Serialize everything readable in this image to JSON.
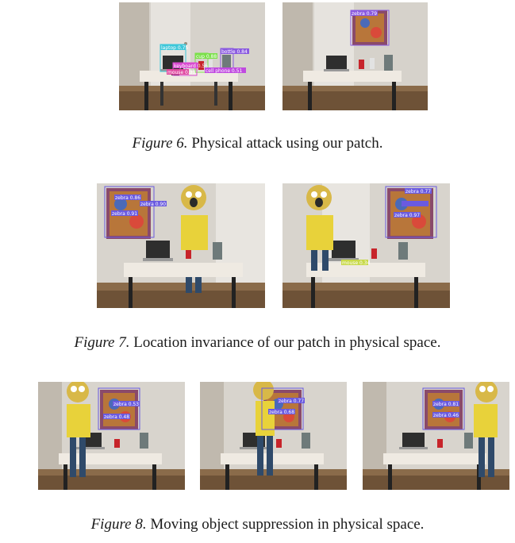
{
  "figure6": {
    "caption_label": "Figure 6.",
    "caption_text": "Physical attack using our patch.",
    "left_detections": [
      {
        "label": "laptop 0.75",
        "color": "#3ec7d9"
      },
      {
        "label": "cup 0.88",
        "color": "#7be04a"
      },
      {
        "label": "bottle 0.84",
        "color": "#8a5ae0"
      },
      {
        "label": "keyboard 0.56",
        "color": "#d94ad0"
      },
      {
        "label": "mouse 0.33",
        "color": "#e04aa0"
      },
      {
        "label": "cell phone 0.51",
        "color": "#c04ae0"
      }
    ],
    "right_detections": [
      {
        "label": "zebra 0.79",
        "color": "#8a5ae0"
      }
    ]
  },
  "figure7": {
    "caption_label": "Figure 7.",
    "caption_text": "Location invariance of our patch in physical space.",
    "left_detections": [
      {
        "label": "zebra 0.86",
        "color": "#6a5ae0"
      },
      {
        "label": "zebra 0.90",
        "color": "#6a5ae0"
      },
      {
        "label": "zebra 0.91",
        "color": "#6a5ae0"
      }
    ],
    "right_detections": [
      {
        "label": "zebra 0.77",
        "color": "#6a5ae0"
      },
      {
        "label": "zebra 0.97",
        "color": "#6a5ae0"
      },
      {
        "label": "mouse 0.34",
        "color": "#c8d94a"
      }
    ]
  },
  "figure8": {
    "caption_label": "Figure 8.",
    "caption_text": "Moving object suppression in physical space.",
    "left_detections": [
      {
        "label": "zebra 0.53",
        "color": "#6a5ae0"
      },
      {
        "label": "zebra 0.48",
        "color": "#6a5ae0"
      }
    ],
    "middle_detections": [
      {
        "label": "zebra 0.77",
        "color": "#6a5ae0"
      },
      {
        "label": "zebra 0.68",
        "color": "#6a5ae0"
      }
    ],
    "right_detections": [
      {
        "label": "zebra 0.81",
        "color": "#6a5ae0"
      },
      {
        "label": "zebra 0.46",
        "color": "#6a5ae0"
      }
    ]
  }
}
